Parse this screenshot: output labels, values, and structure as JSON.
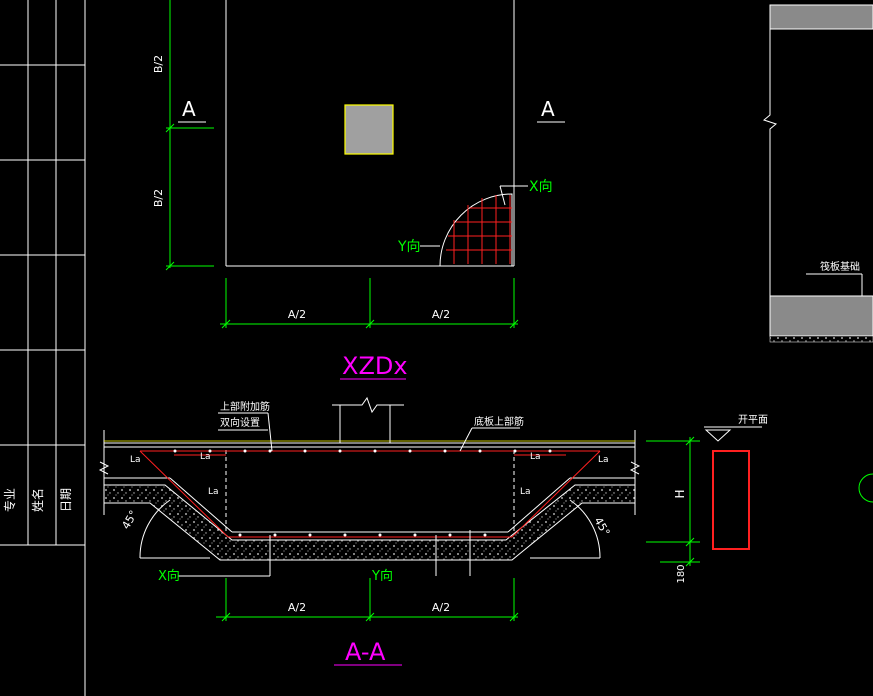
{
  "plan": {
    "section_mark_left": "A",
    "section_mark_right": "A",
    "dim_b_upper": "B/2",
    "dim_b_lower": "B/2",
    "dim_a_left": "A/2",
    "dim_a_right": "A/2",
    "x_dir": "X向",
    "y_dir": "Y向",
    "title": "XZDx"
  },
  "section": {
    "note_top_left_1": "上部附加筋",
    "note_top_left_2": "双向设置",
    "note_top_right": "底板上部筋",
    "la_1": "La",
    "la_2": "La",
    "la_3": "La",
    "la_4": "La",
    "la_5": "La",
    "la_6": "La",
    "angle_left": "45°",
    "angle_right": "45°",
    "x_dir": "X向",
    "y_dir": "Y向",
    "dim_a_left": "A/2",
    "dim_a_right": "A/2",
    "title": "A-A"
  },
  "detail": {
    "elevation_label": "开平面",
    "h_label": "H",
    "dim_180": "180"
  },
  "side_panel": {
    "note": "筏板基础"
  },
  "title_block": {
    "row1": "专业",
    "row2": "姓名",
    "row3": "日期"
  },
  "colors": {
    "background": "#000000",
    "line": "#ffffff",
    "dimension": "#00ff00",
    "rebar": "#ff0000",
    "title": "#ff00ff",
    "column": "#ffff00",
    "concrete": "#a0a0a0"
  }
}
